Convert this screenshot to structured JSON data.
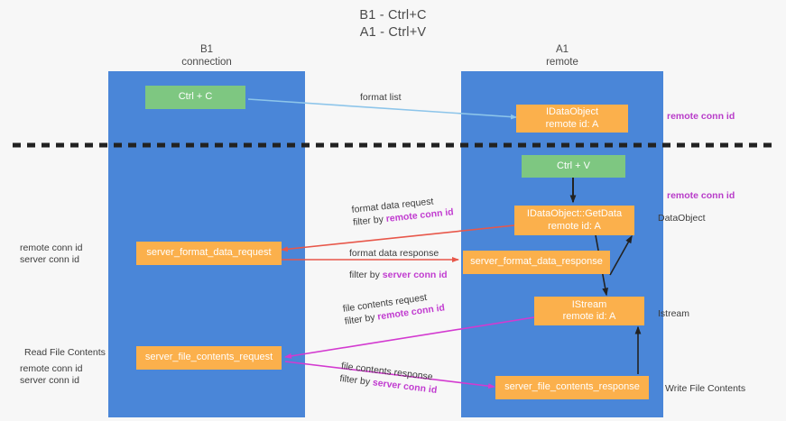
{
  "title": {
    "line1": "B1 - Ctrl+C",
    "line2": "A1 - Ctrl+V"
  },
  "lanes": [
    {
      "name": "B1",
      "subtitle": "connection"
    },
    {
      "name": "A1",
      "subtitle": "remote"
    }
  ],
  "nodes": {
    "ctrl_c": {
      "line1": "Ctrl + C",
      "line2": ""
    },
    "ctrl_v": {
      "line1": "Ctrl + V",
      "line2": ""
    },
    "idataobject": {
      "line1": "IDataObject",
      "line2": "remote id: A"
    },
    "getdata": {
      "line1": "IDataObject::GetData",
      "line2": "remote id: A"
    },
    "istream": {
      "line1": "IStream",
      "line2": "remote id: A"
    },
    "fmt_request": {
      "line1": "server_format_data_request",
      "line2": ""
    },
    "fmt_response": {
      "line1": "server_format_data_response",
      "line2": ""
    },
    "file_request": {
      "line1": "server_file_contents_request",
      "line2": ""
    },
    "file_response": {
      "line1": "server_file_contents_response",
      "line2": ""
    }
  },
  "edge_labels": {
    "format_list": "format list",
    "fmt_req_title": "format data request",
    "fmt_req_filter_pre": "filter by ",
    "fmt_req_filter_key": "remote conn id",
    "fmt_res_title": "format data response",
    "fmt_res_filter_pre": "filter by ",
    "fmt_res_filter_key": "server conn id",
    "file_req_title": "file contents request",
    "file_req_filter_pre": "filter by ",
    "file_req_filter_key": "remote conn id",
    "file_res_title": "file contents response",
    "file_res_filter_pre": "filter by ",
    "file_res_filter_key": "server conn id"
  },
  "annotations": {
    "right_remote_top": "remote conn id",
    "right_remote_mid": "remote conn id",
    "right_dataobject": "DataObject",
    "right_istream": "Istream",
    "right_write_file": "Write File Contents",
    "left_remote_conn": "remote conn id",
    "left_server_conn": "server conn id",
    "left_read_file": "Read File Contents",
    "left_remote_conn2": "remote conn id",
    "left_server_conn2": "server conn id"
  },
  "colors": {
    "lane": "#4a86d8",
    "green_node": "#7ec781",
    "orange_node": "#fbb04c",
    "purple": "#b83cc9",
    "green_text": "#5fa85f",
    "red_arrow": "#e8574a",
    "magenta": "#d33ad0",
    "blue_arrow": "#8dc5ea",
    "black": "#222222",
    "background": "#f7f7f7"
  }
}
